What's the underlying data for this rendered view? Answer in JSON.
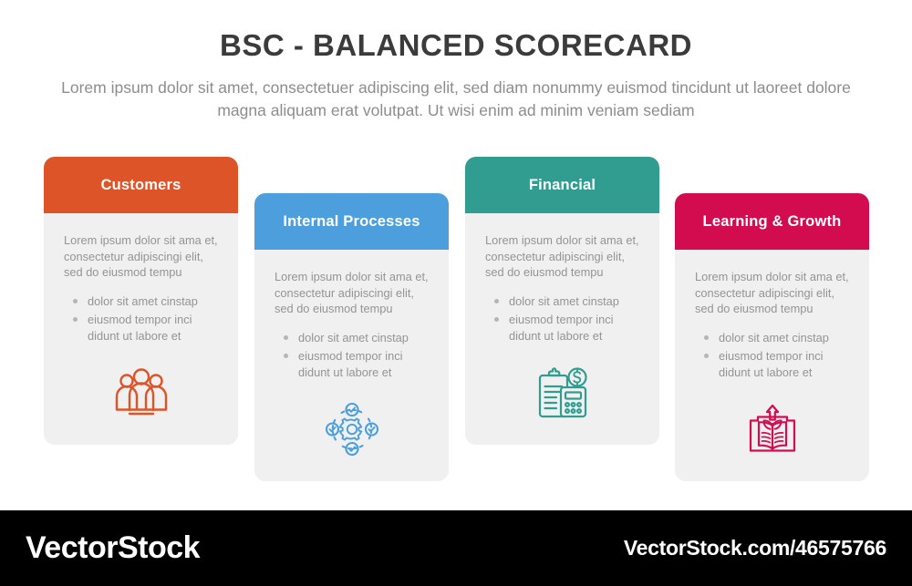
{
  "header": {
    "title": "BSC - BALANCED SCORECARD",
    "subtitle": "Lorem ipsum dolor sit amet, consectetuer adipiscing elit, sed diam nonummy euismod tincidunt ut laoreet dolore magna aliquam erat volutpat. Ut wisi enim ad minim veniam sediam"
  },
  "colors": {
    "customers": "#DD5428",
    "internal_processes": "#4C9FDC",
    "financial": "#319C90",
    "learning_growth": "#D20C4F",
    "card_body": "#F0F0F0",
    "body_text": "#949494",
    "title_text": "#3B3B3B",
    "footer_bg": "#000000"
  },
  "cards": [
    {
      "label": "Customers",
      "color": "#DD5428",
      "description": "Lorem ipsum dolor sit ama et, consectetur adipiscingi elit, sed do eiusmod tempu",
      "bullets": [
        "dolor sit amet cinstap",
        "eiusmod tempor inci didunt ut labore et"
      ],
      "icon": "people-group-icon"
    },
    {
      "label": "Internal Processes",
      "color": "#4C9FDC",
      "description": "Lorem ipsum dolor sit ama et, consectetur adipiscingi elit, sed do eiusmod tempu",
      "bullets": [
        "dolor sit amet cinstap",
        "eiusmod tempor inci didunt ut labore et"
      ],
      "icon": "gear-process-check-icon"
    },
    {
      "label": "Financial",
      "color": "#319C90",
      "description": "Lorem ipsum dolor sit ama et, consectetur adipiscingi elit, sed do eiusmod tempu",
      "bullets": [
        "dolor sit amet cinstap",
        "eiusmod tempor inci didunt ut labore et"
      ],
      "icon": "clipboard-calculator-dollar-icon"
    },
    {
      "label": "Learning & Growth",
      "color": "#D20C4F",
      "description": "Lorem ipsum dolor sit ama et, consectetur adipiscingi elit, sed do eiusmod tempu",
      "bullets": [
        "dolor sit amet cinstap",
        "eiusmod tempor inci didunt ut labore et"
      ],
      "icon": "open-book-growth-icon"
    }
  ],
  "footer": {
    "logo": "VectorStock",
    "url": "VectorStock.com/46575766"
  }
}
